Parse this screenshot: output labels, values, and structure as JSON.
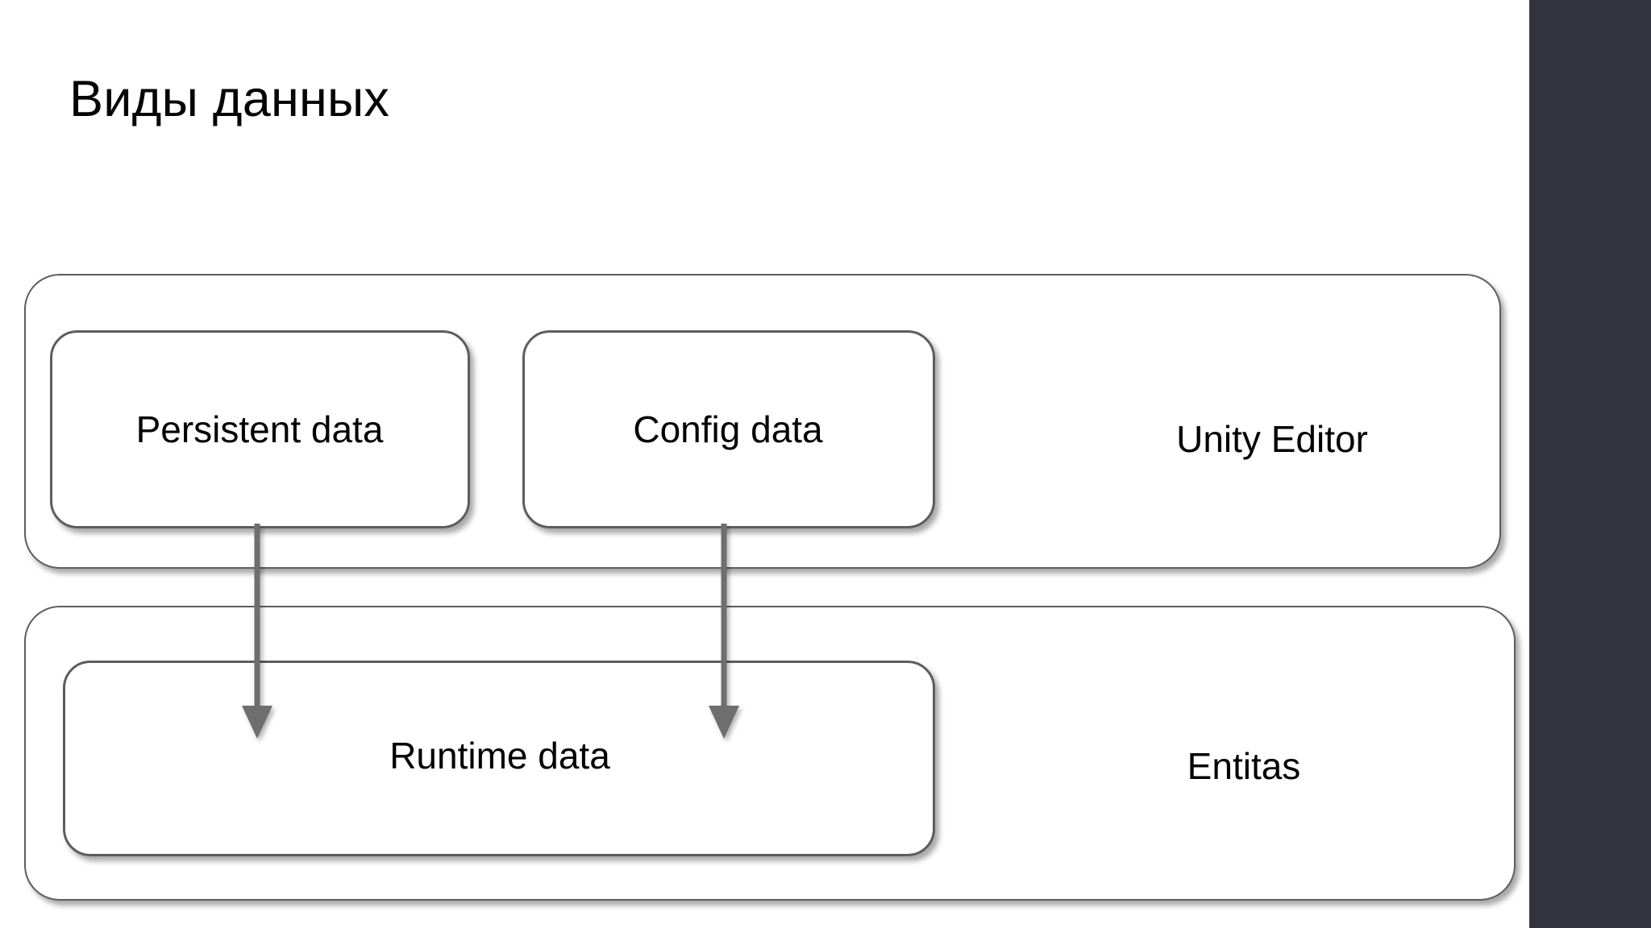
{
  "slide": {
    "title": "Виды данных",
    "background_color": "#ffffff",
    "accent_panel_color": "#343440",
    "border_color": "#5d5d5d",
    "arrow_color": "#6e6e6e",
    "text_color": "#000000"
  },
  "diagram": {
    "groups": [
      {
        "id": "editor",
        "label": "Unity Editor"
      },
      {
        "id": "entitas",
        "label": "Entitas"
      }
    ],
    "nodes": [
      {
        "id": "persistent",
        "label": "Persistent data",
        "group": "editor"
      },
      {
        "id": "config",
        "label": "Config data",
        "group": "editor"
      },
      {
        "id": "runtime",
        "label": "Runtime data",
        "group": "entitas"
      }
    ],
    "edges": [
      {
        "from": "persistent",
        "to": "runtime",
        "arrowhead": "triangle"
      },
      {
        "from": "config",
        "to": "runtime",
        "arrowhead": "triangle"
      }
    ]
  }
}
